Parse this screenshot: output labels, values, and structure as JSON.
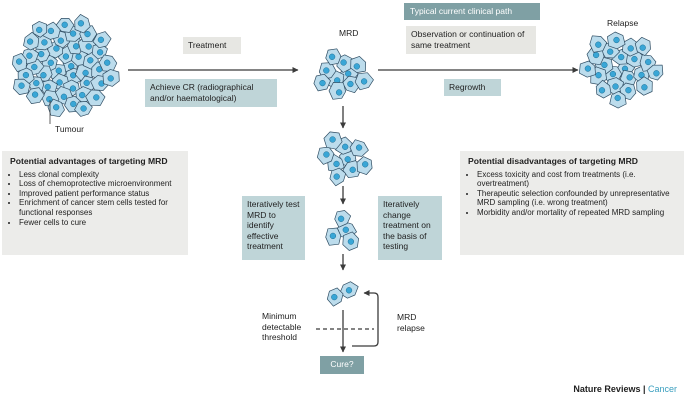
{
  "labels": {
    "tumour": "Tumour",
    "mrd": "MRD",
    "relapse": "Relapse",
    "minimum_threshold": "Minimum detectable threshold",
    "mrd_relapse": "MRD relapse"
  },
  "boxes": {
    "clinical_path": "Typical current clinical path",
    "treatment": "Treatment",
    "achieve_cr": "Achieve CR (radiographical and/or haematological)",
    "observation": "Observation or continuation of same treatment",
    "regrowth": "Regrowth",
    "test_mrd": "Iteratively test MRD to identify effective treatment",
    "change_treatment": "Iteratively change treatment on the basis of testing",
    "cure": "Cure?"
  },
  "advantages": {
    "title": "Potential advantages of targeting MRD",
    "items": [
      "Less clonal complexity",
      "Loss of chemoprotective microenvironment",
      "Improved patient performance status",
      "Enrichment of cancer stem cells tested for functional responses",
      "Fewer cells to cure"
    ]
  },
  "disadvantages": {
    "title": "Potential disadvantages of targeting MRD",
    "items": [
      "Excess toxicity and cost from treatments (i.e. overtreatment)",
      "Therapeutic selection confounded by unrepresentative MRD sampling (i.e. wrong treatment)",
      "Morbidity and/or mortality of repeated MRD sampling"
    ]
  },
  "credit": {
    "journal": "Nature Reviews",
    "separator": " | ",
    "section": "Cancer"
  },
  "colors": {
    "cell_fill": "#bcdcec",
    "cell_stroke": "#2f4d63",
    "nucleus": "#39a6d6",
    "arrow": "#3b3b3b"
  }
}
